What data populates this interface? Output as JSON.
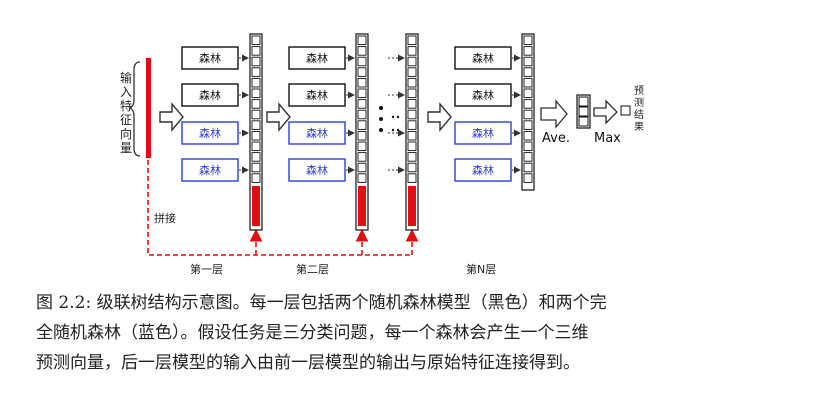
{
  "diagram": {
    "input_label": [
      "输",
      "入",
      "特",
      "征",
      "向",
      "量"
    ],
    "concat_label": "拼接",
    "forest_label": "森林",
    "layer_labels": [
      "第一层",
      "第二层",
      "第N层"
    ],
    "avg_label": "Ave.",
    "max_label": "Max",
    "output_label": [
      "预",
      "测",
      "结",
      "果"
    ],
    "colors": {
      "black_forest": "#111111",
      "blue_forest": "#2b3fd6",
      "red": "#e01010",
      "gray": "#555555"
    }
  },
  "caption": {
    "lines": [
      "图 2.2: 级联树结构示意图。每一层包括两个随机森林模型（黑色）和两个完",
      "全随机森林（蓝色）。假设任务是三分类问题，每一个森林会产生一个三维",
      "预测向量，后一层模型的输入由前一层模型的输出与原始特征连接得到。"
    ]
  }
}
